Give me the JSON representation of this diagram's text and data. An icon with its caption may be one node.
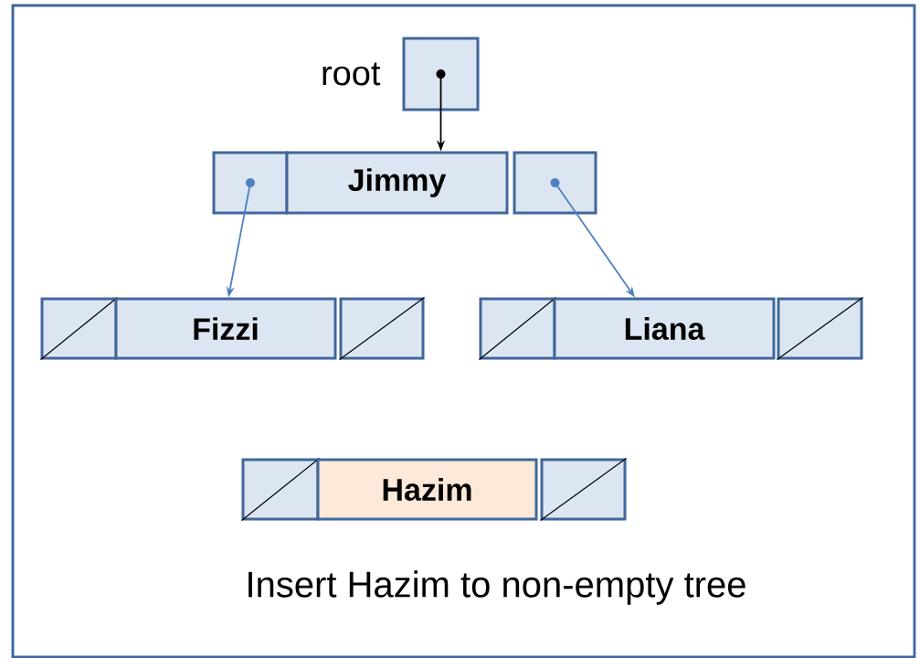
{
  "diagram": {
    "nodes": [
      {
        "text": [],
        "shape": "box",
        "beside": [
          "root"
        ]
      },
      {
        "text": [],
        "shape": "box"
      },
      {
        "text": [
          "Jimmy"
        ]
      },
      {
        "text": [],
        "shape": "box"
      },
      {
        "text": [],
        "shape": "box"
      },
      {
        "text": [
          "Fizzi"
        ]
      },
      {
        "text": [],
        "shape": "box"
      },
      {
        "text": [],
        "shape": "box"
      },
      {
        "text": [
          "Liana"
        ]
      },
      {
        "text": [],
        "shape": "box"
      },
      {
        "text": [],
        "shape": "box"
      },
      {
        "text": [
          "Hazim"
        ]
      },
      {
        "text": [],
        "shape": "box"
      }
    ],
    "edges": [
      {
        "from": 0,
        "to": 2,
        "arrow": "to",
        "color": "#000000"
      },
      {
        "from": 1,
        "to": 5,
        "arrow": "to"
      },
      {
        "from": 3,
        "to": 8,
        "arrow": "to"
      }
    ],
    "labels": [
      "Insert Hazim to non-empty tree"
    ]
  }
}
